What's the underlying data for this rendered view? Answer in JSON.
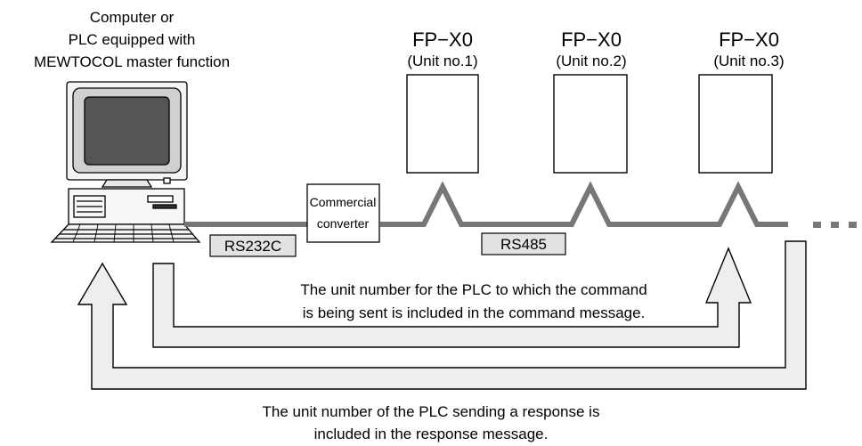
{
  "master": {
    "line1": "Computer or",
    "line2": "PLC equipped with",
    "line3": "MEWTOCOL master function"
  },
  "units": [
    {
      "model": "FP−X0",
      "label": "(Unit no.1)"
    },
    {
      "model": "FP−X0",
      "label": "(Unit no.2)"
    },
    {
      "model": "FP−X0",
      "label": "(Unit no.3)"
    }
  ],
  "converter": {
    "line1": "Commercial",
    "line2": "converter"
  },
  "links": {
    "rs232c": "RS232C",
    "rs485": "RS485"
  },
  "command_note": {
    "line1": "The unit number for the PLC to which the command",
    "line2": "is being sent is included in the command message."
  },
  "response_note": {
    "line1": "The unit number of the PLC sending a response is",
    "line2": "included in the response message."
  },
  "colors": {
    "cable": "#777777",
    "arrow_fill": "#eeeeee",
    "label_bg": "#e2e2e2"
  }
}
